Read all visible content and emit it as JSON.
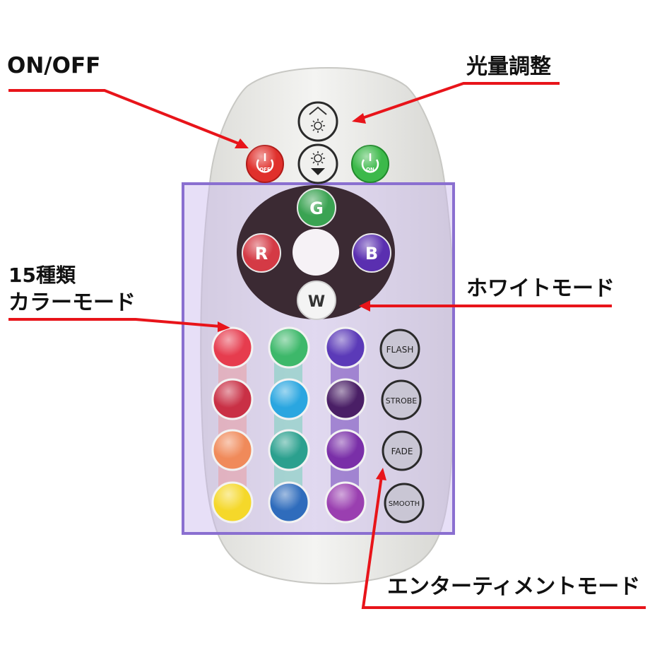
{
  "labels": {
    "onoff": "ON/OFF",
    "brightness": "光量調整",
    "colors_line1": "15種類",
    "colors_line2": "カラーモード",
    "white_mode": "ホワイトモード",
    "entertainment": "エンターティメントモード"
  },
  "buttons": {
    "off_text": "OFF",
    "on_text": "ON",
    "g": "G",
    "r": "R",
    "b": "B",
    "w": "W",
    "flash": "FLASH",
    "strobe": "STROBE",
    "fade": "FADE",
    "smooth": "SMOOTH"
  },
  "colors": {
    "callout_line": "#e8141a",
    "highlight_border": "#8a6fd0",
    "highlight_fill": "#c9b8ee",
    "remote_body": "#ececea",
    "wheel": "#3b2a33",
    "off": "#e0302c",
    "on": "#3cb94a",
    "g": "#3aa352",
    "r": "#d43a45",
    "b": "#5a2fb0",
    "color_rows": [
      [
        "#e63c4e",
        "#3db86a",
        "#5b3ab8"
      ],
      [
        "#c93045",
        "#2aa6e0",
        "#4a1f66"
      ],
      [
        "#f08a5a",
        "#2ba08e",
        "#7a2fa8"
      ],
      [
        "#f5d82a",
        "#2f6cbc",
        "#9a3fb0"
      ]
    ]
  }
}
